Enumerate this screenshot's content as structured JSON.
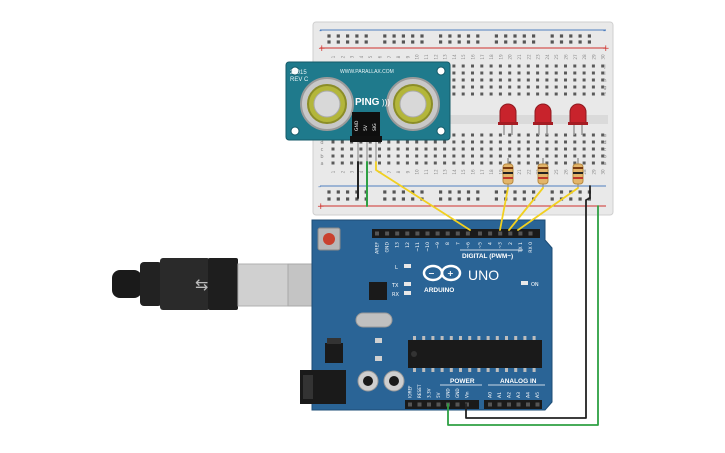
{
  "ping_sensor": {
    "model": "28015",
    "revision": "REV C",
    "url": "WWW.PARALLAX.COM",
    "logo_text": "PING",
    "logo_waves": ")))",
    "pin_labels": [
      "GND",
      "5V",
      "SIG"
    ]
  },
  "breadboard": {
    "top_numbers": [
      "1",
      "2",
      "3",
      "4",
      "5",
      "6",
      "7",
      "8",
      "9",
      "10",
      "11",
      "12",
      "13",
      "14",
      "15",
      "16",
      "17",
      "18",
      "19",
      "20",
      "21",
      "22",
      "23",
      "24",
      "25",
      "26",
      "27",
      "28",
      "29",
      "30"
    ],
    "row_letters_top": [
      "j",
      "i",
      "h",
      "g",
      "f"
    ],
    "row_letters_bottom": [
      "e",
      "d",
      "c",
      "b",
      "a"
    ],
    "rail_plus": "+",
    "rail_minus": "-",
    "led_color": "#c8232c"
  },
  "arduino": {
    "board_name": "UNO",
    "brand": "ARDUINO",
    "digital_header_label": "DIGITAL (PWM~)",
    "digital_pins": [
      "AREF",
      "GND",
      "13",
      "12",
      "~11",
      "~10",
      "~9",
      "8",
      "7",
      "~6",
      "~5",
      "4",
      "~3",
      "2",
      "TX 1",
      "RX 0"
    ],
    "power_label": "POWER",
    "power_pins": [
      "IOREF",
      "RESET",
      "3.3V",
      "5V",
      "GND",
      "GND",
      "Vin"
    ],
    "analog_label": "ANALOG IN",
    "analog_pins": [
      "A0",
      "A1",
      "A2",
      "A3",
      "A4",
      "A5"
    ],
    "led_labels": [
      "L",
      "TX",
      "RX"
    ],
    "on_label": "ON",
    "board_color": "#2a6496"
  },
  "wires": {
    "yellow": "#f1d020",
    "green": "#2ea043",
    "black": "#222222"
  }
}
